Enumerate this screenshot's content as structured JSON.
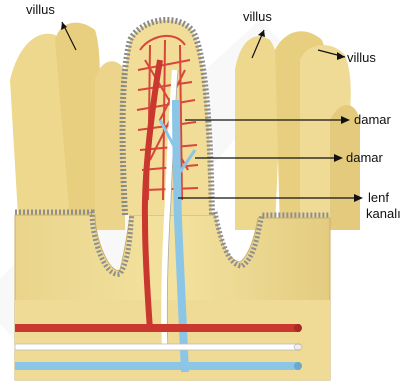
{
  "labels": {
    "villus_left": "villus",
    "villus_mid": "villus",
    "villus_right": "villus",
    "damar_1": "damar",
    "damar_2": "damar",
    "lenf_line1": "lenf",
    "lenf_line2": "kanalı"
  },
  "colors": {
    "tissue": "#f0dc93",
    "tissue_shadow": "#d9c27a",
    "artery": "#d8453a",
    "lymph": "#8cc6e6",
    "vein_white": "#ffffff",
    "epithelium": "#9a9a9a",
    "watermark": "#e9e9e9"
  }
}
